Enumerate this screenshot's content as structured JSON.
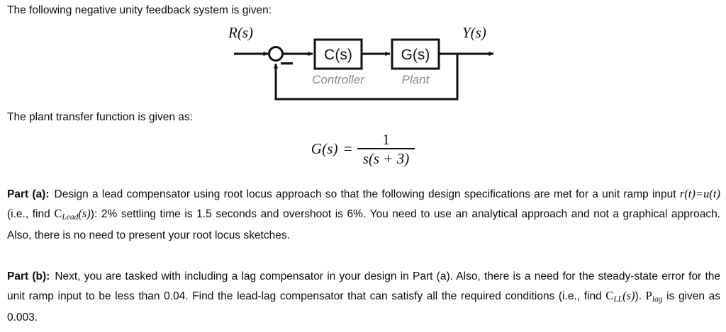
{
  "document": {
    "intro_line_1": "The following negative unity feedback system is given:",
    "intro_line_2": "The plant transfer function is given as:"
  },
  "block_diagram": {
    "input_signal_label": "R(s)",
    "output_signal_label": "Y(s)",
    "summing_junction_sign": "−",
    "blocks": [
      {
        "transfer_function": "C(s)",
        "caption": "Controller"
      },
      {
        "transfer_function": "G(s)",
        "caption": "Plant"
      }
    ],
    "feedback": "unity negative feedback"
  },
  "equation": {
    "lhs": "G(s)",
    "equals": "=",
    "numerator": "1",
    "denominator": "s(s + 3)"
  },
  "parts": {
    "a": {
      "label": "Part (a):",
      "text_1": "Design a lead compensator using root locus approach so that the following design specifications are met for a unit ramp input ",
      "math_r": "r",
      "paren_t_1": "(t)",
      "equals": "=",
      "math_u": "u",
      "paren_t_2": "(t)",
      "text_2": " (i.e., find ",
      "math_c": "C",
      "math_c_sub": "Lead",
      "math_c_paren": "(s)",
      "text_3": "): ",
      "text_4": "2% settling time is 1.5 seconds and overshoot is 6%. You need to use an analytical approach and not a graphical approach.  Also, there is no need to present your root locus sketches.",
      "settling_time": "1.5 seconds",
      "overshoot": "6%",
      "settling_criterion": "2%"
    },
    "b": {
      "label": "Part (b):",
      "text_1": "Next, you are tasked with including a lag compensator in your design in Part (a).  Also, there is a need for the steady-state error for the unit ramp input to be less than 0.04.  Find the lead-lag compensator that can satisfy all the required conditions (i.e., find ",
      "math_c": "C",
      "math_c_sub": "LL",
      "math_c_paren": "(s)",
      "text_2": "). ",
      "math_p": "P",
      "math_p_sub": "lag",
      "text_3": " is given as 0.003.",
      "steady_state_error_limit": "0.04",
      "p_lag_value": "0.003"
    }
  },
  "colors": {
    "text": "#0d0d0d",
    "diagram_stroke": "#111111",
    "caption_gray": "#8b8b8b",
    "background": "#ffffff"
  }
}
